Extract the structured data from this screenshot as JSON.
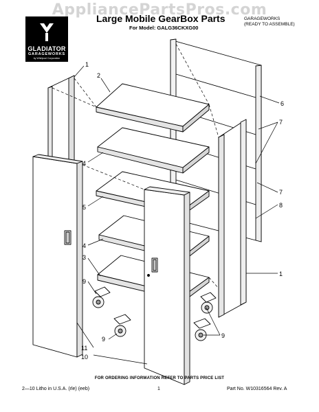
{
  "watermark": "AppliancePartsPros.com",
  "logo": {
    "brand": "GLADIATOR",
    "sub": "GARAGEWORKS",
    "fine": "by Whirlpool Corporation"
  },
  "header": {
    "title": "Large Mobile GearBox Parts",
    "model": "For Model: GALG36CKXG00",
    "brand_line1": "GARAGEWORKS",
    "brand_line2": "(READY TO ASSEMBLE)"
  },
  "callouts": {
    "c1_top": "1",
    "c2": "2",
    "c6": "6",
    "c7_a": "7",
    "c4_a": "4",
    "c5": "5",
    "c7_b": "7",
    "c8": "8",
    "c4_b": "4",
    "c3": "3",
    "c1_right": "1",
    "c9_a": "9",
    "c9_b": "9",
    "c9_c": "9",
    "c11": "11",
    "c10": "10"
  },
  "footer": {
    "order_note": "FOR ORDERING INFORMATION REFER TO PARTS PRICE LIST",
    "litho": "2—10 Litho in U.S.A. (rle) (eeb)",
    "page": "1",
    "part_no": "Part No. W10316564 Rev. A"
  }
}
